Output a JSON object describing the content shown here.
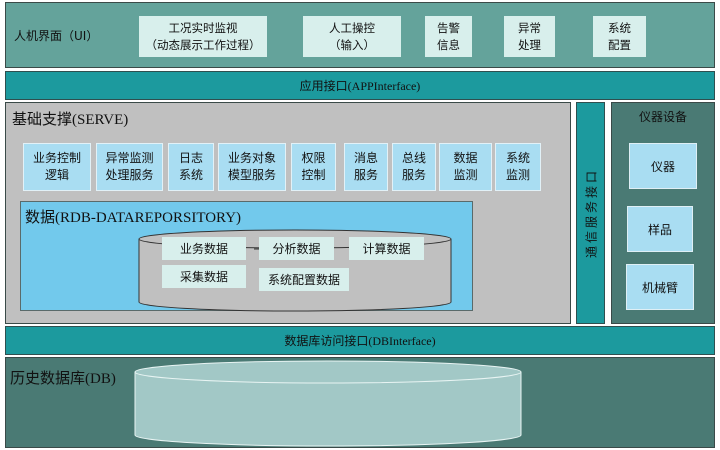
{
  "ui": {
    "title": "人机界面（UI）",
    "boxes": [
      {
        "label": "工况实时监视\n（动态展示工作过程）"
      },
      {
        "label": "人工操控\n（输入）"
      },
      {
        "label": "告警\n信息"
      },
      {
        "label": "异常\n处理"
      },
      {
        "label": "系统\n配置"
      }
    ]
  },
  "app_interface": {
    "label": "应用接口(APPInterface)"
  },
  "serve": {
    "title": "基础支撑(SERVE)",
    "services": [
      {
        "label": "业务控制\n逻辑"
      },
      {
        "label": "异常监测\n处理服务"
      },
      {
        "label": "日志\n系统"
      },
      {
        "label": "业务对象\n模型服务"
      },
      {
        "label": "权限\n控制"
      },
      {
        "label": "消息\n服务"
      },
      {
        "label": "总线\n服务"
      },
      {
        "label": "数据\n监测"
      },
      {
        "label": "系统\n监测"
      }
    ],
    "rdb": {
      "title": "数据(RDB-DATAREPORSITORY)",
      "items": [
        {
          "label": "业务数据"
        },
        {
          "label": "分析数据"
        },
        {
          "label": "计算数据"
        },
        {
          "label": "采集数据"
        },
        {
          "label": "系统配置数据"
        }
      ]
    }
  },
  "comm_interface": {
    "label": "通信服务接口"
  },
  "equipment": {
    "title": "仪器设备",
    "items": [
      {
        "label": "仪器"
      },
      {
        "label": "样品"
      },
      {
        "label": "机械臂"
      }
    ]
  },
  "db_interface": {
    "label": "数据库访问接口(DBInterface)"
  },
  "db": {
    "title": "历史数据库(DB)"
  },
  "colors": {
    "ui_bg": "#64a39b",
    "interface_bar": "#1c9a9e",
    "serve_bg": "#c0c0c0",
    "service_box": "#a9ddf2",
    "rdb_bg": "#72c9ec",
    "equipment_bg": "#4a7a74",
    "light_box": "#d8efec"
  }
}
